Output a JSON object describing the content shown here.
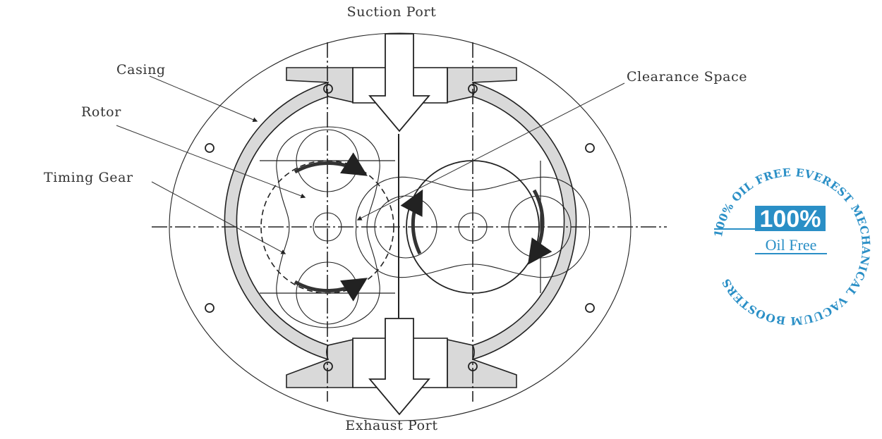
{
  "labels": {
    "suction_port": "Suction Port",
    "exhaust_port": "Exhaust Port",
    "casing": "Casing",
    "rotor": "Rotor",
    "timing_gear": "Timing Gear",
    "clearance_space": "Clearance Space"
  },
  "seal": {
    "ring_text": "100% OIL FREE EVEREST MECHANICAL VACUUM BOOSTERS",
    "big_text": "100%",
    "small_text": "Oil Free",
    "color": "#2a8fc6"
  },
  "colors": {
    "line": "#222222",
    "casing_fill": "#d9d9d9",
    "text": "#333333"
  }
}
